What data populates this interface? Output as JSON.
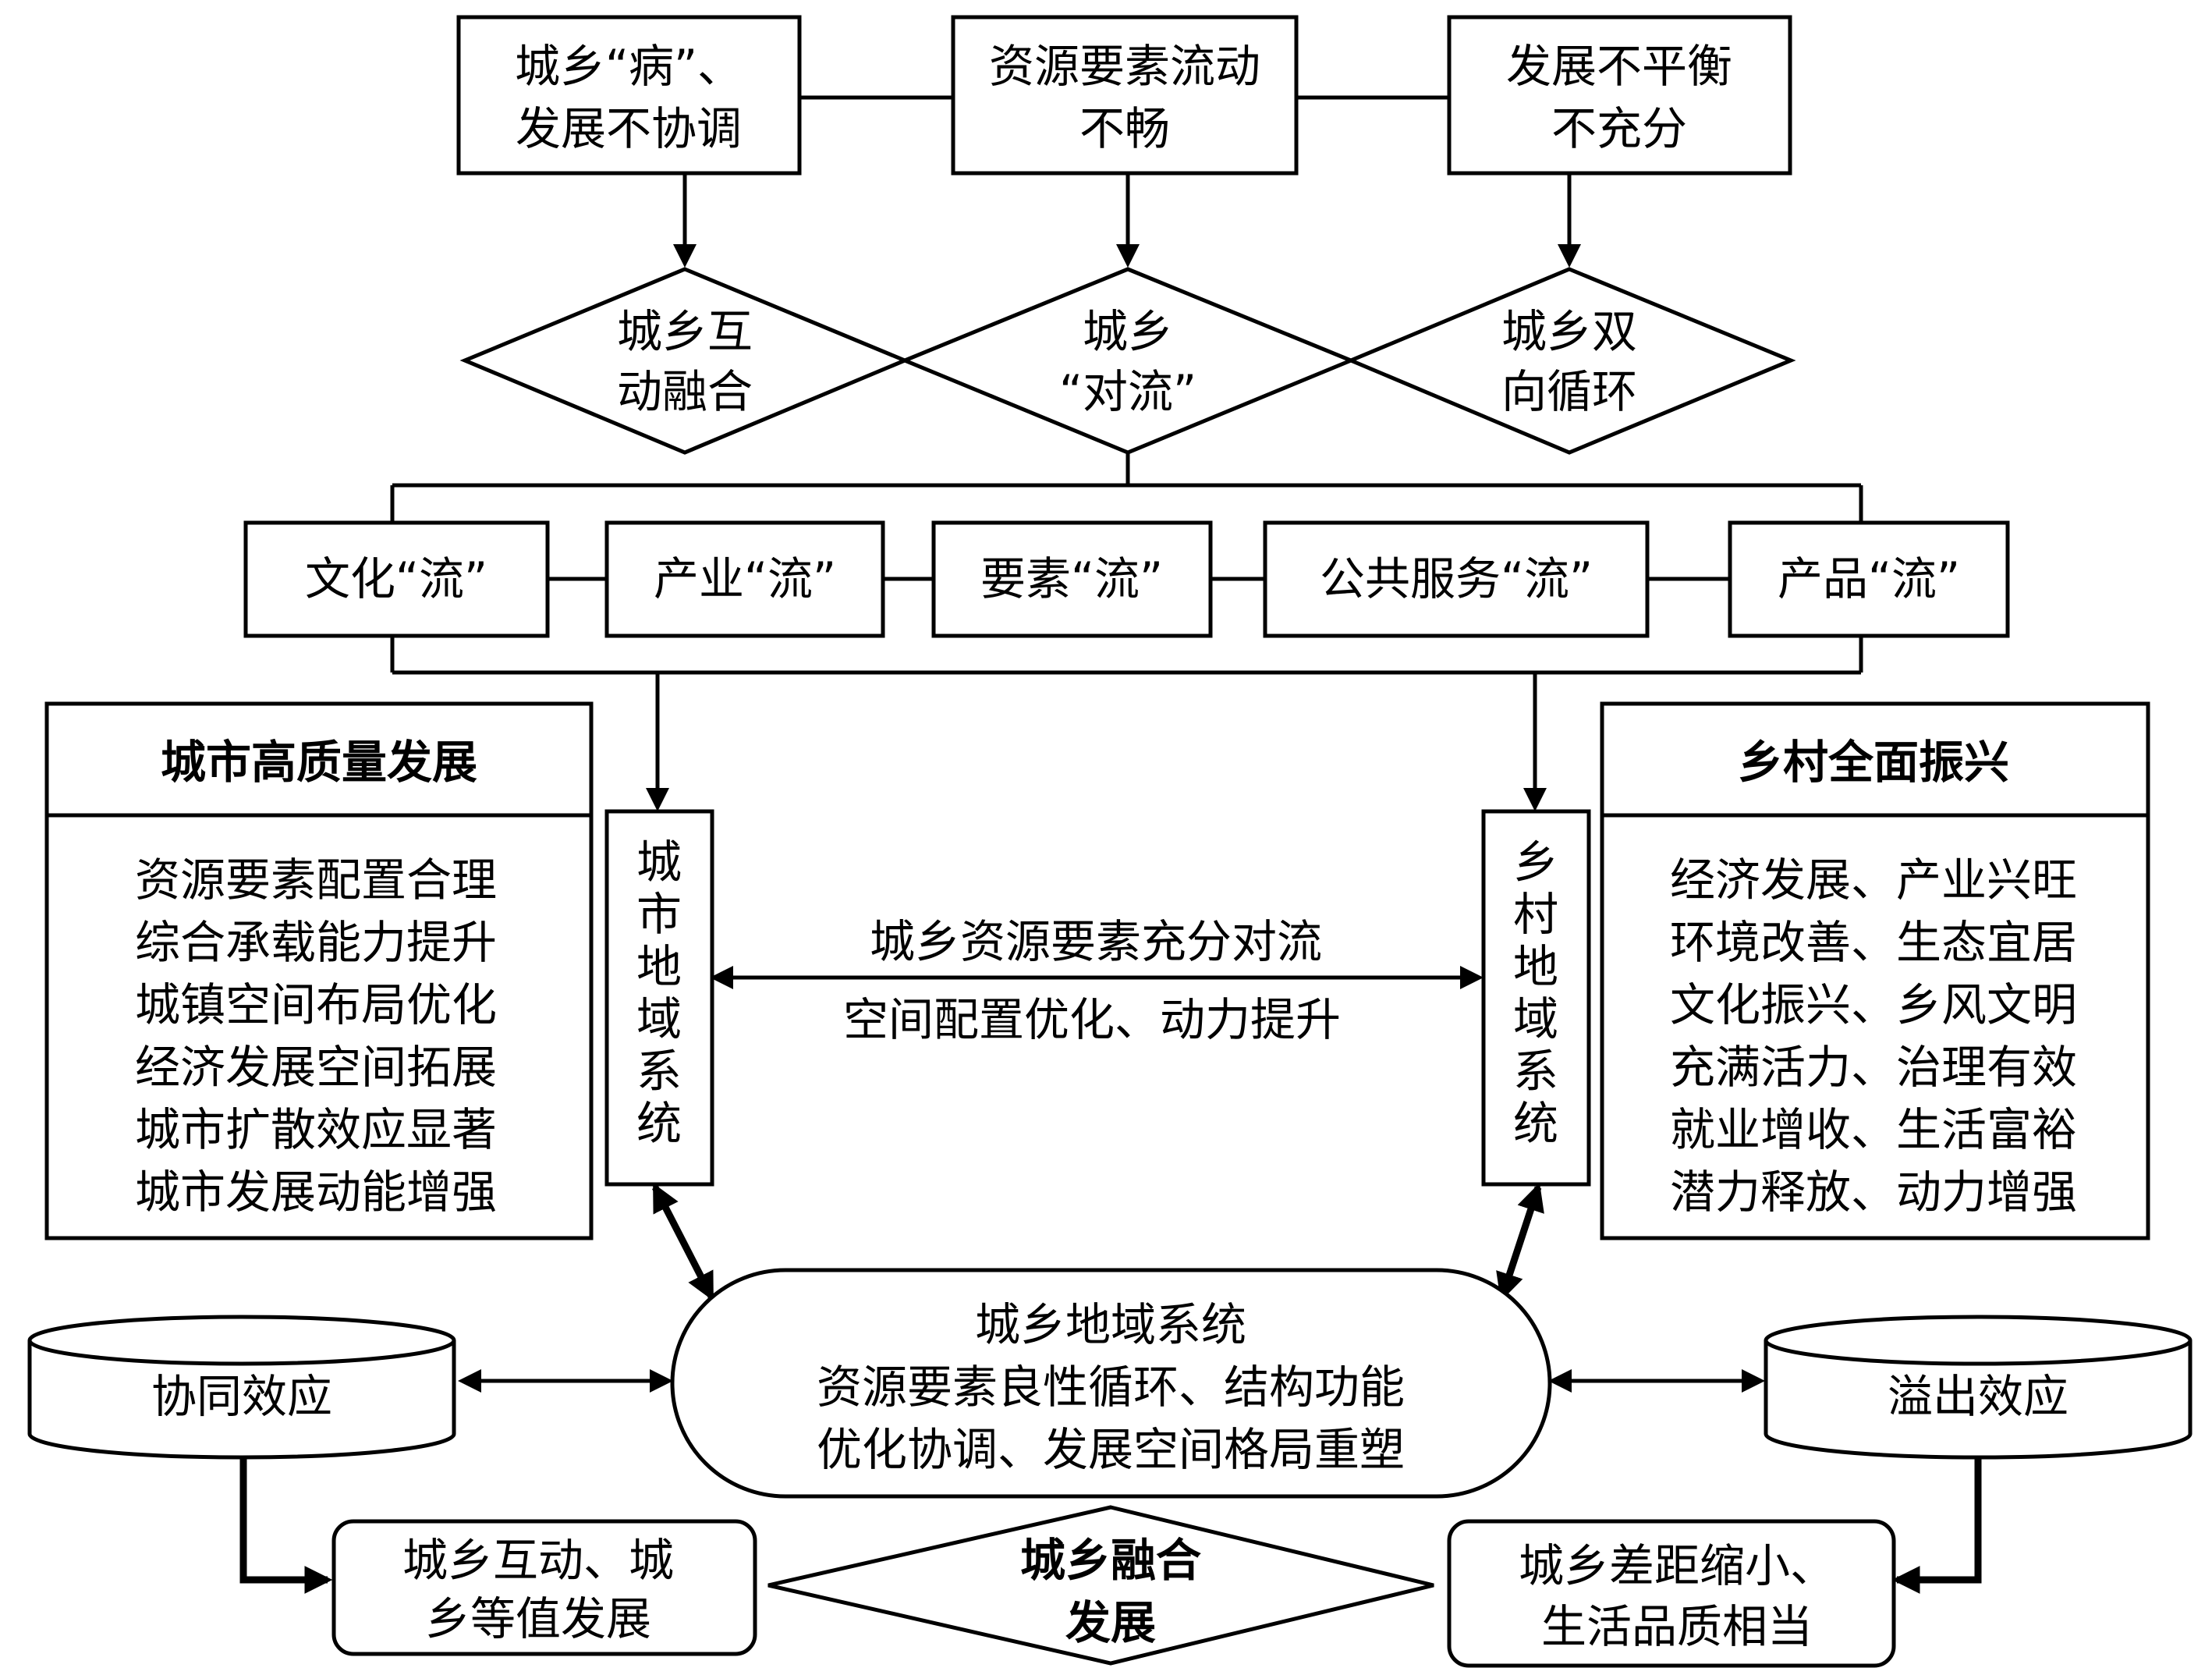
{
  "top_boxes": [
    {
      "line1": "城乡“病”、",
      "line2": "发展不协调"
    },
    {
      "line1": "资源要素流动",
      "line2": "不畅"
    },
    {
      "line1": "发展不平衡",
      "line2": "不充分"
    }
  ],
  "diamonds": [
    {
      "line1": "城乡互",
      "line2": "动融合"
    },
    {
      "line1": "城乡",
      "line2": "“对流”"
    },
    {
      "line1": "城乡双",
      "line2": "向循环"
    }
  ],
  "flows": [
    "文化“流”",
    "产业“流”",
    "要素“流”",
    "公共服务“流”",
    "产品“流”"
  ],
  "urban_panel": {
    "title": "城市高质量发展",
    "items": [
      "资源要素配置合理",
      "综合承载能力提升",
      "城镇空间布局优化",
      "经济发展空间拓展",
      "城市扩散效应显著",
      "城市发展动能增强"
    ]
  },
  "rural_panel": {
    "title": "乡村全面振兴",
    "items": [
      "经济发展、产业兴旺",
      "环境改善、生态宜居",
      "文化振兴、乡风文明",
      "充满活力、治理有效",
      "就业增收、生活富裕",
      "潜力释放、动力增强"
    ]
  },
  "urban_system": [
    "城",
    "市",
    "地",
    "域",
    "系",
    "统"
  ],
  "rural_system": [
    "乡",
    "村",
    "地",
    "域",
    "系",
    "统"
  ],
  "mid_arrow": {
    "top": "城乡资源要素充分对流",
    "bottom": "空间配置优化、动力提升"
  },
  "central": {
    "line1": "城乡地域系统",
    "line2": "资源要素良性循环、结构功能",
    "line3": "优化协调、发展空间格局重塑"
  },
  "synergy": "协同效应",
  "spillover": "溢出效应",
  "bottom_left": {
    "line1": "城乡互动、城",
    "line2": "乡等值发展"
  },
  "bottom_center": {
    "line1": "城乡融合",
    "line2": "发展"
  },
  "bottom_right": {
    "line1": "城乡差距缩小、",
    "line2": "生活品质相当"
  }
}
